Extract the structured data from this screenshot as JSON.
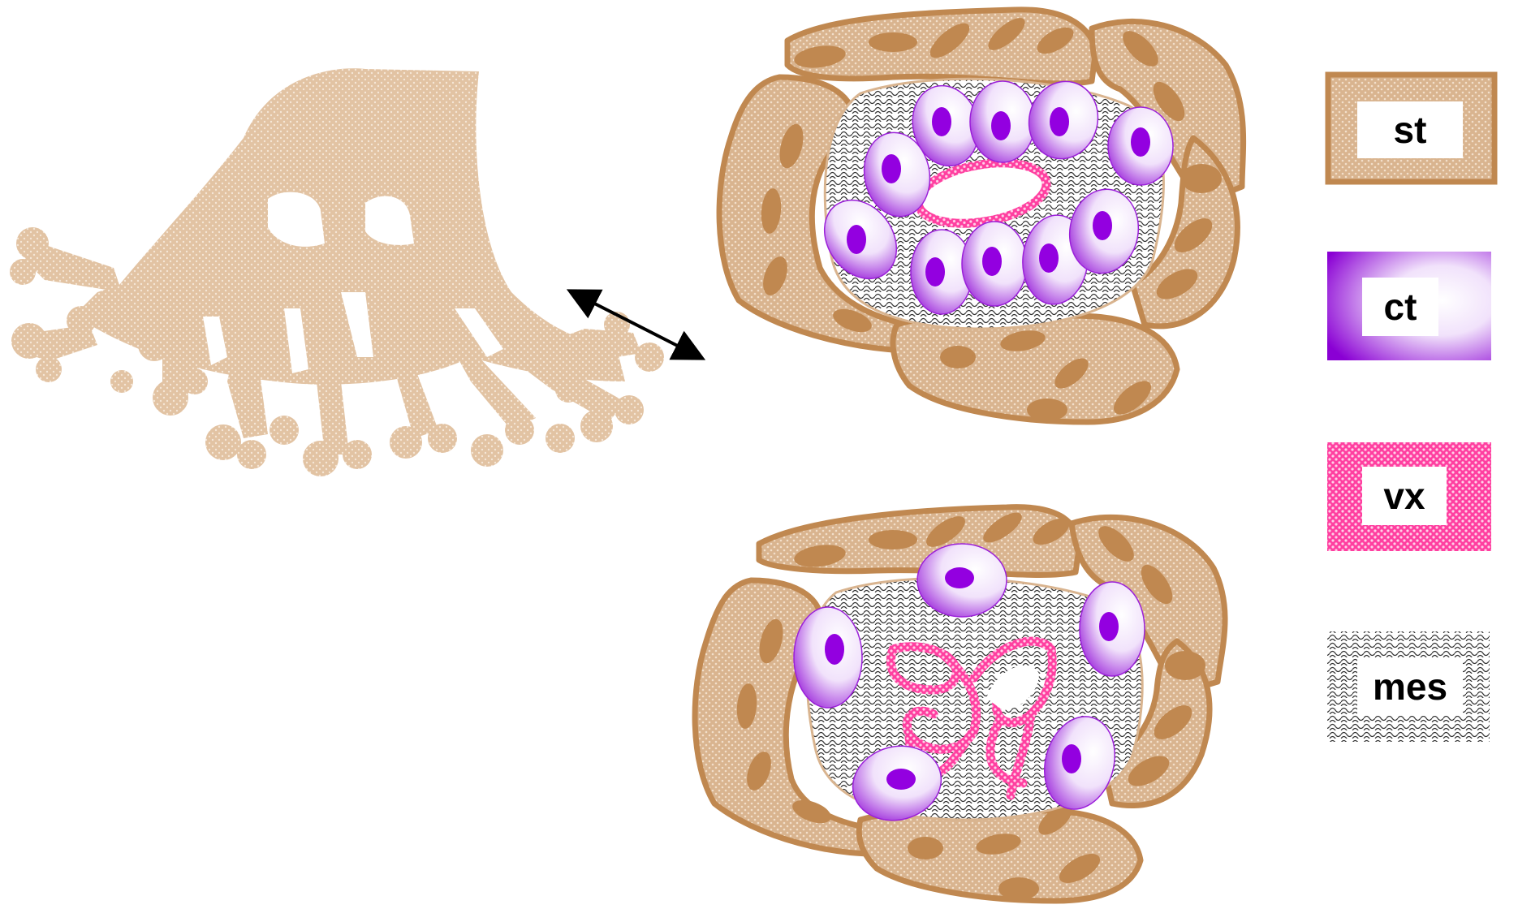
{
  "legend": [
    {
      "key": "st",
      "label": "st",
      "color": "#c08850",
      "fill": "#d9b48f"
    },
    {
      "key": "ct",
      "label": "ct",
      "color": "#9b20d9",
      "fill": "#ffffff"
    },
    {
      "key": "vx",
      "label": "vx",
      "color": "#ff3fa0",
      "fill": "#ffffff"
    },
    {
      "key": "mes",
      "label": "mes",
      "color": "#444444",
      "fill": "#ffffff"
    }
  ],
  "colors": {
    "tree": "#e2c3a3",
    "stroma_outline": "#c08850",
    "stroma_fill": "#d9b48f",
    "nucleus_st": "#c08850",
    "cyto_purple": "#9b20d9",
    "nucleus_ct": "#9300e0",
    "vessel": "#ff3fa0",
    "arrow": "#000000"
  },
  "icons": {
    "villous_tree": "villous-tree-illustration",
    "double_arrow": "double-headed-arrow",
    "section_top": "villus-cross-section-many-cytotrophoblasts",
    "section_bottom": "villus-cross-section-few-cytotrophoblasts"
  }
}
